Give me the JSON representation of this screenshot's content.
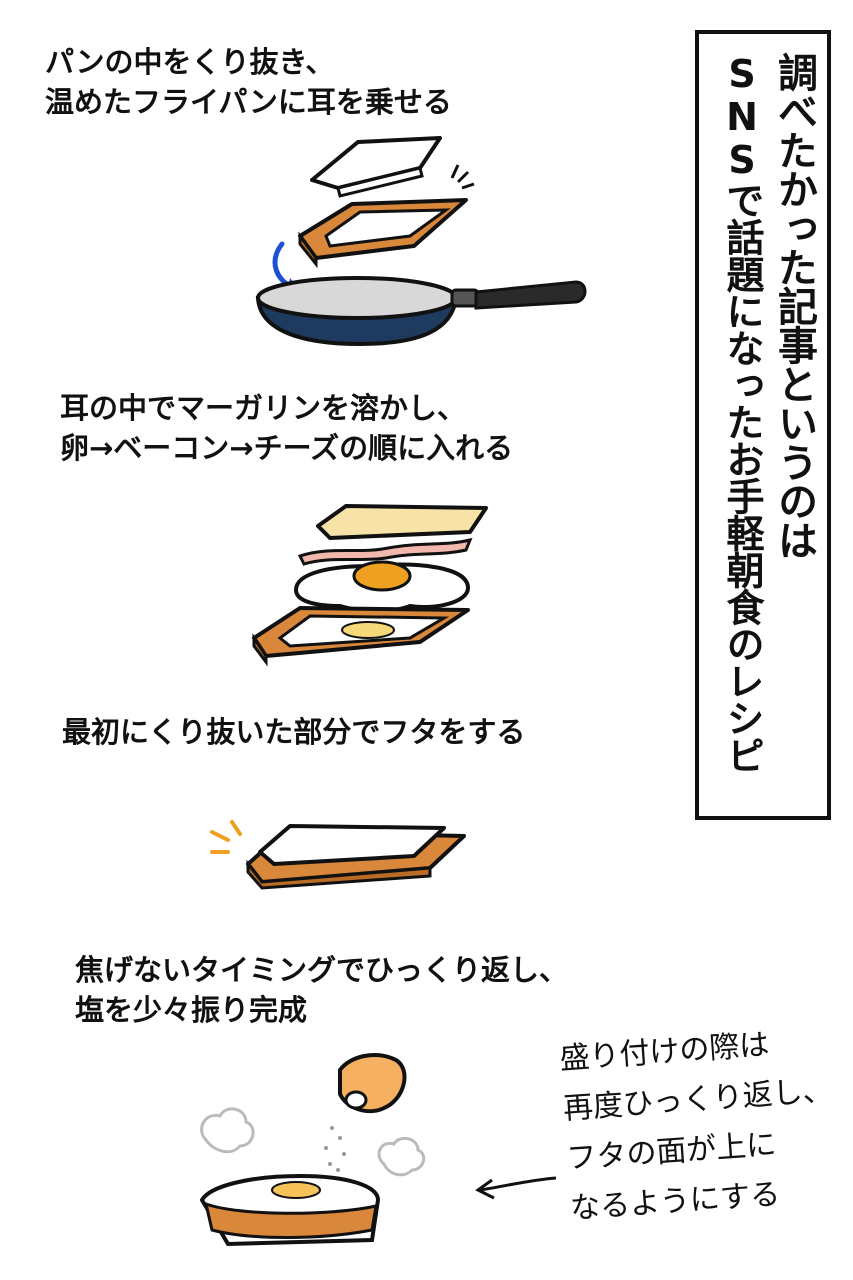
{
  "steps": [
    {
      "line1": "パンの中をくり抜き、",
      "line2": "温めたフライパンに耳を乗せる"
    },
    {
      "line1": "耳の中でマーガリンを溶かし、",
      "line2": "卵→ベーコン→チーズの順に入れる"
    },
    {
      "line1": "最初にくり抜いた部分でフタをする",
      "line2": ""
    },
    {
      "line1": "焦げないタイミングでひっくり返し、",
      "line2": "塩を少々振り完成"
    }
  ],
  "title": {
    "col1": "調べたかった記事というのは",
    "col2": "SNSで話題になったお手軽朝食のレシピ"
  },
  "note": {
    "lines": [
      "盛り付けの際は",
      "再度ひっくり返し、",
      "フタの面が上に",
      "なるようにする"
    ]
  },
  "colors": {
    "toast_crust": "#d9873a",
    "pan_body": "#1e3a5f",
    "pan_handle": "#2a2a2a",
    "arrow_blue": "#1f4fd6",
    "egg_yolk": "#f0a020",
    "cheese": "#f7e3a8",
    "bacon": "#f2b8ae",
    "salt_hand": "#f5b062",
    "spark": "#f0a020"
  }
}
